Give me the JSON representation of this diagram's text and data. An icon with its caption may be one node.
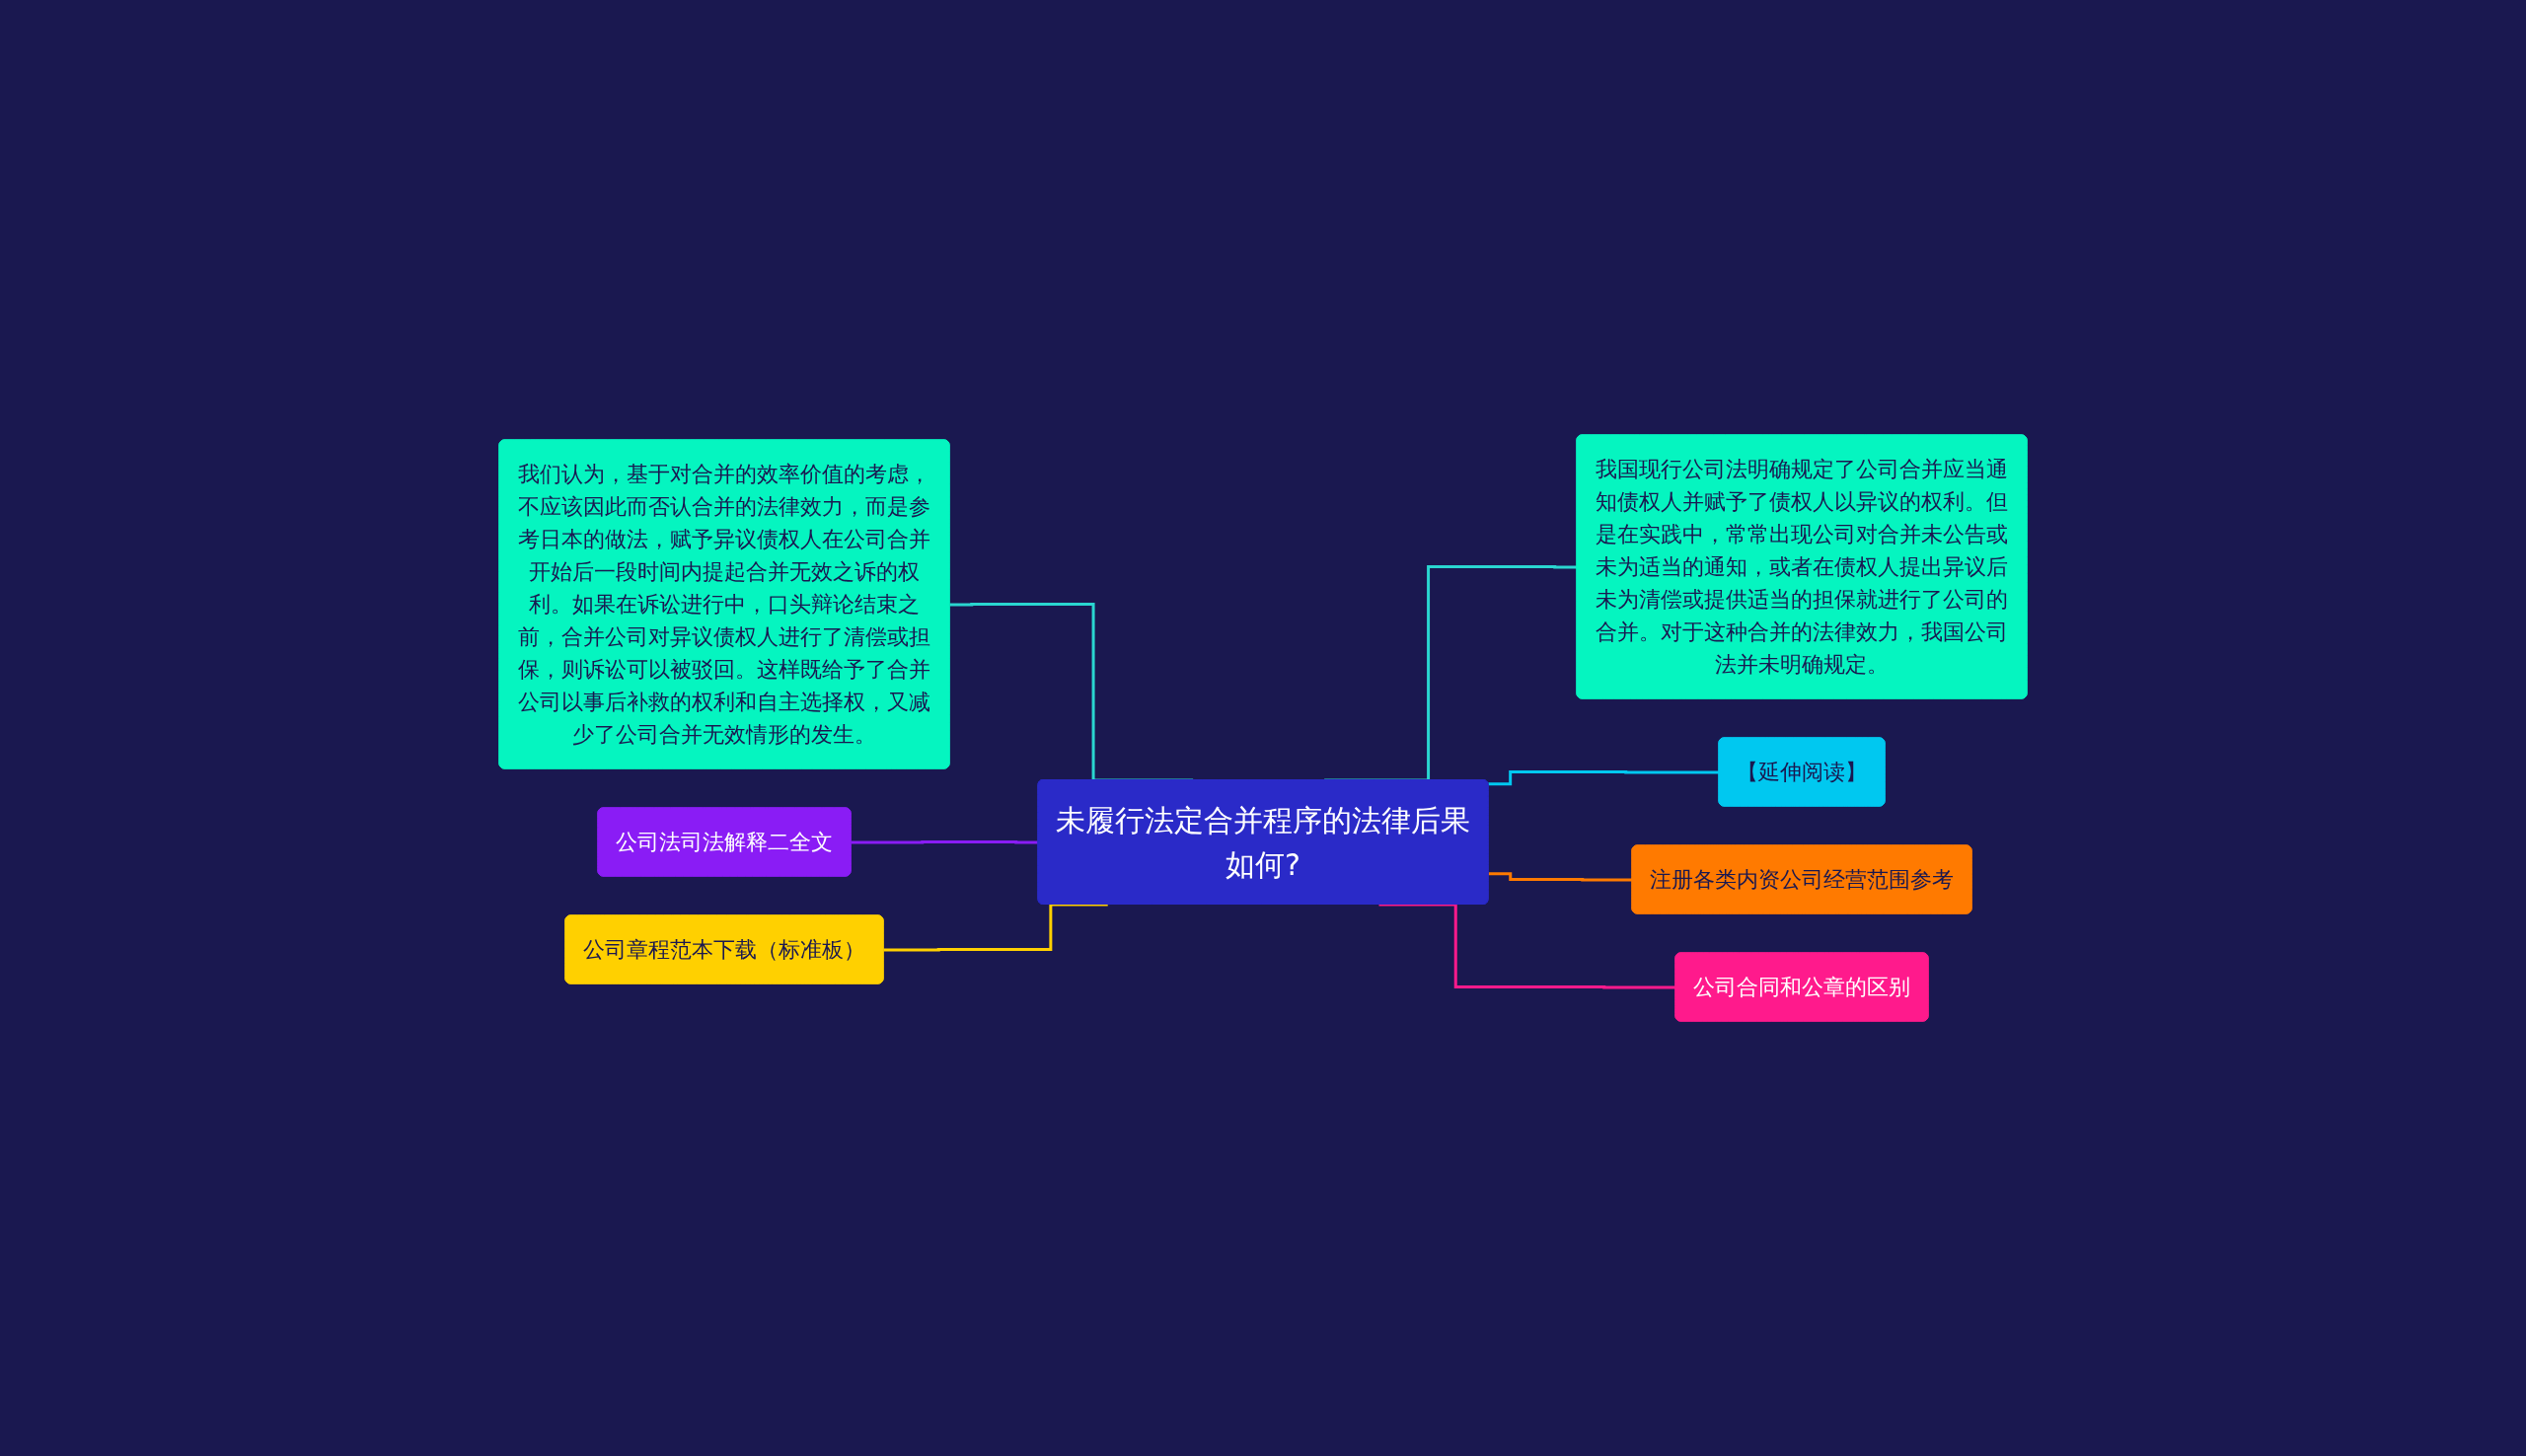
{
  "diagram": {
    "nodes": [
      {
        "text": [
          "未履行法定合并程序的法律后果如何?"
        ]
      },
      {
        "text": [
          "我们认为，基于对合并的效率价值的考虑，不应该因此而否认合并的法律效力，而是参考日本的做法，赋予异议债权人在公司合并开始后一段时间内提起合并无效之诉的权利。如果在诉讼进行中，口头辩论结束之前，合并公司对异议债权人进行了清偿或担保，则诉讼可以被驳回。这样既给予了合并公司以事后补救的权利和自主选择权，又减少了公司合并无效情形的发生。"
        ]
      },
      {
        "text": [
          "公司法司法解释二全文"
        ]
      },
      {
        "text": [
          "公司章程范本下载（标准板）"
        ]
      },
      {
        "text": [
          "我国现行公司法明确规定了公司合并应当通知债权人并赋予了债权人以异议的权利。但是在实践中，常常出现公司对合并未公告或未为适当的通知，或者在债权人提出异议后未为清偿或提供适当的担保就进行了公司的合并。对于这种合并的法律效力，我国公司法并未明确规定。"
        ]
      },
      {
        "text": [
          "【延伸阅读】"
        ]
      },
      {
        "text": [
          "注册各类内资公司经营范围参考"
        ]
      },
      {
        "text": [
          "公司合同和公章的区别"
        ]
      }
    ],
    "edges": [
      {
        "from": 1,
        "to": 0,
        "arrow": "none",
        "color": "#2ad6d0"
      },
      {
        "from": 2,
        "to": 0,
        "arrow": "none",
        "color": "#8a1cf5"
      },
      {
        "from": 3,
        "to": 0,
        "arrow": "none",
        "color": "#ffd000"
      },
      {
        "from": 0,
        "to": 4,
        "arrow": "none",
        "color": "#2ad6d0"
      },
      {
        "from": 0,
        "to": 5,
        "arrow": "none",
        "color": "#00c8f0"
      },
      {
        "from": 0,
        "to": 6,
        "arrow": "none",
        "color": "#ff7a00"
      },
      {
        "from": 0,
        "to": 7,
        "arrow": "none",
        "color": "#ff1a8c"
      }
    ]
  }
}
